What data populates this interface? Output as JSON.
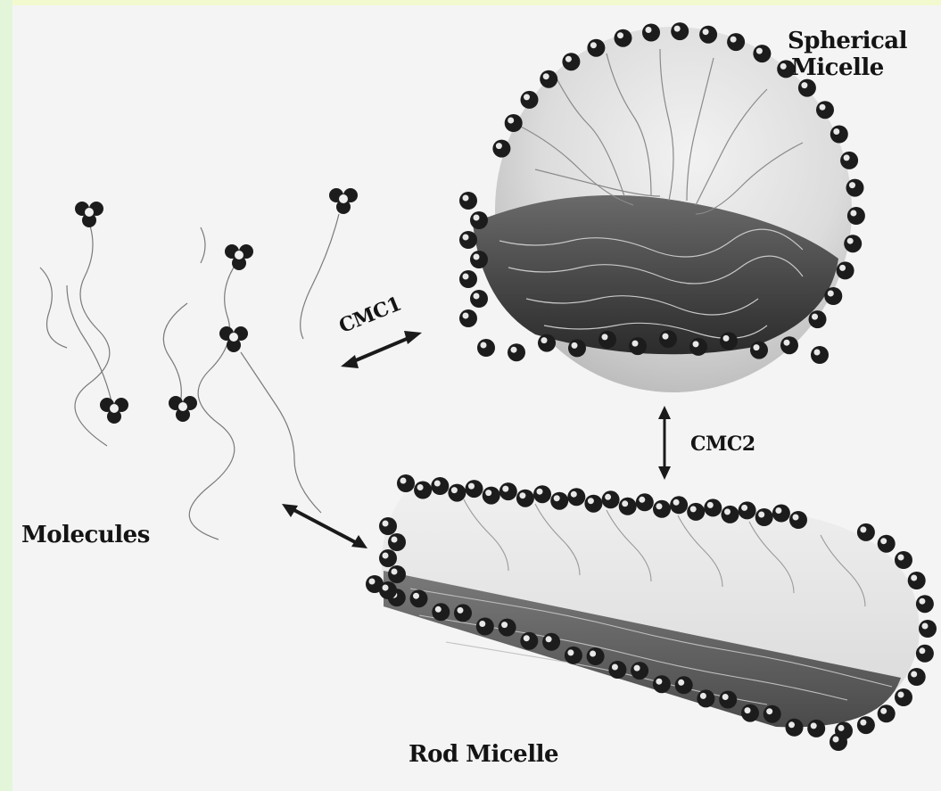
{
  "labels": {
    "spherical_line1": "Spherical",
    "spherical_line2": "Micelle",
    "molecules": "Molecules",
    "rod_micelle": "Rod Micelle",
    "cmc1": "CMC1",
    "cmc2": "CMC2"
  },
  "colors": {
    "background": "#f4f4f4",
    "frame": "#e6f7dc",
    "ink": "#141414"
  }
}
